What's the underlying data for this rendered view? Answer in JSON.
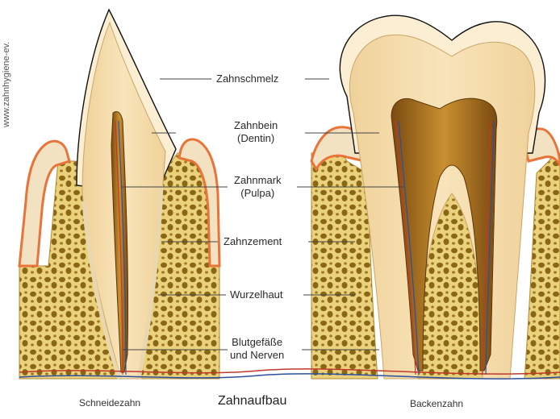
{
  "watermark": "www.zahnhygiene-ev.",
  "title": "Zahnaufbau",
  "captions": {
    "left": "Schneidezahn",
    "right": "Backenzahn"
  },
  "labels": {
    "zahnschmelz": "Zahnschmelz",
    "zahnbein_1": "Zahnbein",
    "zahnbein_2": "(Dentin)",
    "zahnmark_1": "Zahnmark",
    "zahnmark_2": "(Pulpa)",
    "zahnzement": "Zahnzement",
    "wurzelhaut": "Wurzelhaut",
    "blut_1": "Blutgefäße",
    "blut_2": "und Nerven"
  },
  "colors": {
    "enamel": "#f7e6c4",
    "dentin": "#f3d9a8",
    "pulp": "#8a5a1c",
    "pulp_light": "#c9973a",
    "bone": "#e9d27a",
    "bone_cell": "#7a5a12",
    "gum": "#e8743a",
    "vessel_red": "#c0392b",
    "vessel_blue": "#2c4fa0",
    "line": "#444444"
  }
}
